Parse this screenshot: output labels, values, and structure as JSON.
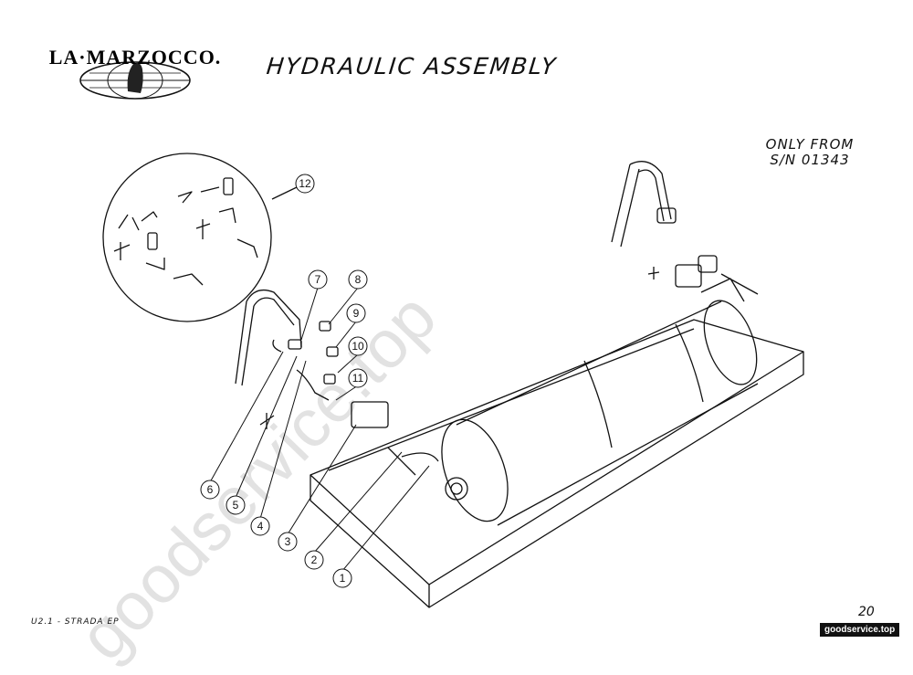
{
  "header": {
    "brand": "LA·MARZOCCO.",
    "title": "HYDRAULIC ASSEMBLY"
  },
  "note": {
    "line1": "ONLY FROM",
    "line2": "S/N 01343"
  },
  "callouts": [
    "1",
    "2",
    "3",
    "4",
    "5",
    "6",
    "7",
    "8",
    "9",
    "10",
    "11",
    "12"
  ],
  "footer": {
    "model": "U2.1 - STRADA EP",
    "page": "20",
    "site": "goodservice.top"
  },
  "watermark": "goodservice.top"
}
